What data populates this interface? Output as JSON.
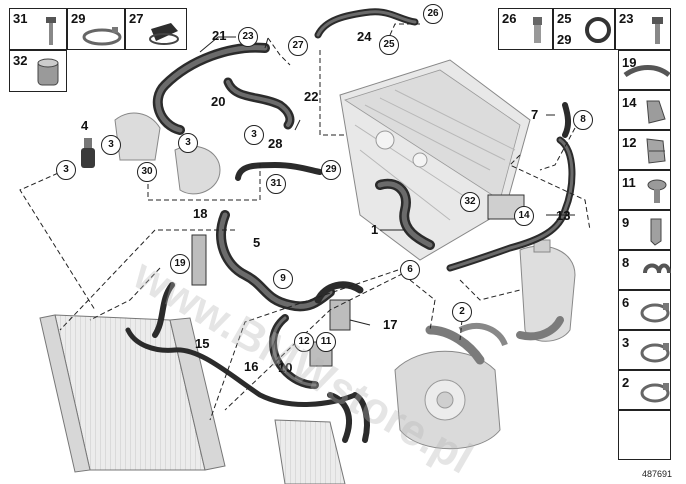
{
  "diagram_number": "487691",
  "watermark": "www.BMWstore.pl",
  "callouts": {
    "c21": "21",
    "c23": "23",
    "c27": "27",
    "c22": "22",
    "c20": "20",
    "c24": "24",
    "c25a": "25",
    "c26a": "26",
    "c3a": "3",
    "c3b": "3",
    "c3c": "3",
    "c3d": "3",
    "c4": "4",
    "c30": "30",
    "c28": "28",
    "c29": "29",
    "c31": "31",
    "c7": "7",
    "c8": "8",
    "c32": "32",
    "c14": "14",
    "c13": "13",
    "c1": "1",
    "c18": "18",
    "c19": "19",
    "c5": "5",
    "c9": "9",
    "c6": "6",
    "c2": "2",
    "c17": "17",
    "c15": "15",
    "c12": "12",
    "c11": "11",
    "c16": "16",
    "c10": "10"
  },
  "left_panel": {
    "c31": "31",
    "c29": "29",
    "c27": "27",
    "c32": "32"
  },
  "right_panel": {
    "c26": "26",
    "c25": "25",
    "c29": "29",
    "c23": "23",
    "c19": "19",
    "c14": "14",
    "c12": "12",
    "c11": "11",
    "c9": "9",
    "c8": "8",
    "c6": "6",
    "c3": "3",
    "c2": "2"
  }
}
